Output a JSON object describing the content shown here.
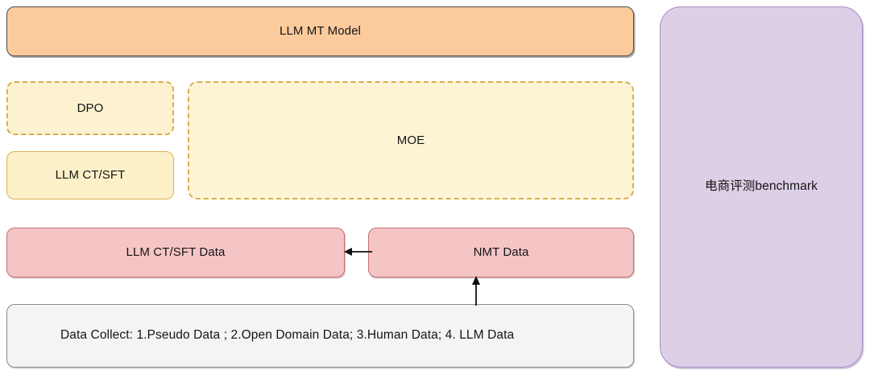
{
  "diagram": {
    "title": "LLM MT Model architecture and data pipeline",
    "nodes": {
      "model": {
        "label": "LLM MT Model"
      },
      "dpo": {
        "label": "DPO"
      },
      "llm_ct_sft": {
        "label": "LLM CT/SFT"
      },
      "moe": {
        "label": "MOE"
      },
      "llm_ct_sft_data": {
        "label": "LLM CT/SFT Data"
      },
      "nmt_data": {
        "label": "NMT Data"
      },
      "data_collect": {
        "label": "Data Collect: 1.Pseudo Data ; 2.Open Domain Data; 3.Human Data; 4. LLM Data"
      },
      "benchmark": {
        "label": "电商评测benchmark"
      }
    },
    "edges": [
      {
        "name": "nmt-data-to-llm-ct-sft-data",
        "from": "nmt_data",
        "to": "llm_ct_sft_data",
        "direction": "left"
      },
      {
        "name": "data-collect-to-nmt-data",
        "from": "data_collect",
        "to": "nmt_data",
        "direction": "up"
      }
    ],
    "colors": {
      "model_fill": "#fbcb9b",
      "model_stroke": "#4a4a4a",
      "cream_fill": "#fcf2d0",
      "cream_stroke": "#d7ae4a",
      "pink_fill": "#f5c5c5",
      "pink_stroke": "#c46f73",
      "grey_fill": "#f4f4f4",
      "grey_stroke": "#8c8c8c",
      "purple_fill": "#dccfe6",
      "purple_stroke": "#a98cc0",
      "arrow": "#111111",
      "text": "#141414"
    }
  }
}
